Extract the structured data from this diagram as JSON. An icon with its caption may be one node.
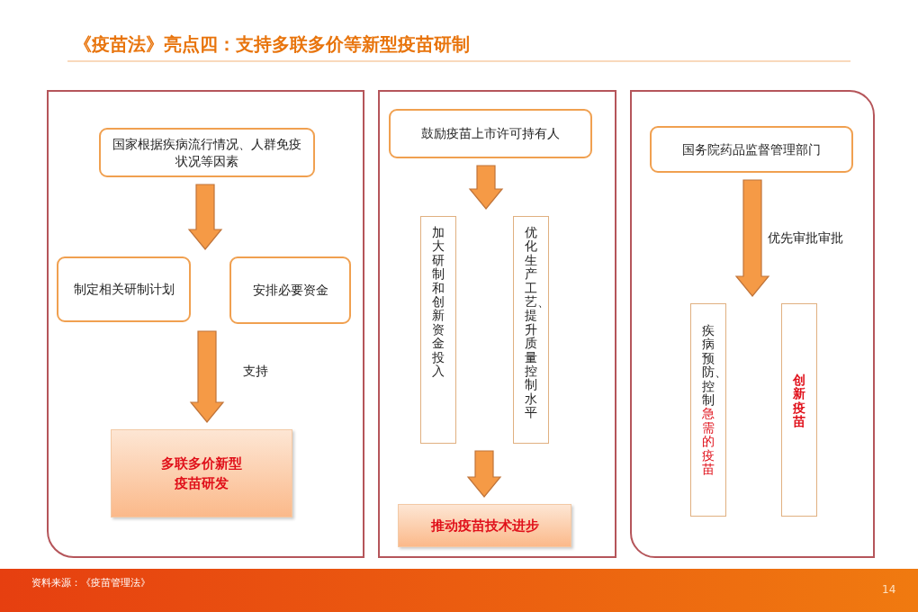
{
  "diagram": {
    "title": "《疫苗法》亮点四：支持多联多价等新型疫苗研制",
    "nodes": [
      {
        "text": [],
        "shape": "box"
      },
      {
        "text": [
          "国家根据疾病流行情况、人群免疫状况等因素"
        ],
        "in": 0
      },
      {
        "text": [
          "制定相关研制计划"
        ],
        "in": 0
      },
      {
        "text": [
          "安排必要资金"
        ],
        "in": 0
      },
      {
        "text": [
          "多联多价新型疫苗研发"
        ],
        "in": 0
      },
      {
        "text": [],
        "shape": "box"
      },
      {
        "text": [
          "鼓励疫苗上市许可持有人"
        ],
        "in": 5
      },
      {
        "text": [
          "加大研制和创新资金投入"
        ],
        "in": 5
      },
      {
        "text": [
          "优化生产工艺、提升质量控制水平"
        ],
        "in": 5
      },
      {
        "text": [
          "推动疫苗技术进步"
        ],
        "in": 5
      },
      {
        "text": [],
        "shape": "box"
      },
      {
        "text": [
          "国务院药品监督管理部门"
        ],
        "in": 10
      },
      {
        "text": [
          "疾病预防、控制",
          "急需的疫苗"
        ],
        "in": 10
      },
      {
        "text": [
          "创新疫苗"
        ],
        "in": 10
      }
    ],
    "edges": [
      {
        "from": 1,
        "to": 2,
        "arrow": "to"
      },
      {
        "from": 1,
        "to": 3,
        "arrow": "to"
      },
      {
        "from": 2,
        "to": 4,
        "arrow": "to",
        "label": "支持"
      },
      {
        "from": 3,
        "to": 4,
        "arrow": "to"
      },
      {
        "from": 6,
        "to": 7,
        "arrow": "to"
      },
      {
        "from": 6,
        "to": 8,
        "arrow": "to"
      },
      {
        "from": 7,
        "to": 9,
        "arrow": "to"
      },
      {
        "from": 8,
        "to": 9,
        "arrow": "to"
      },
      {
        "from": 11,
        "to": 12,
        "arrow": "to",
        "label": "优先审批审批"
      },
      {
        "from": 11,
        "to": 13,
        "arrow": "to"
      }
    ],
    "labels": [
      "资料来源：《疫苗管理法》",
      "14"
    ]
  }
}
